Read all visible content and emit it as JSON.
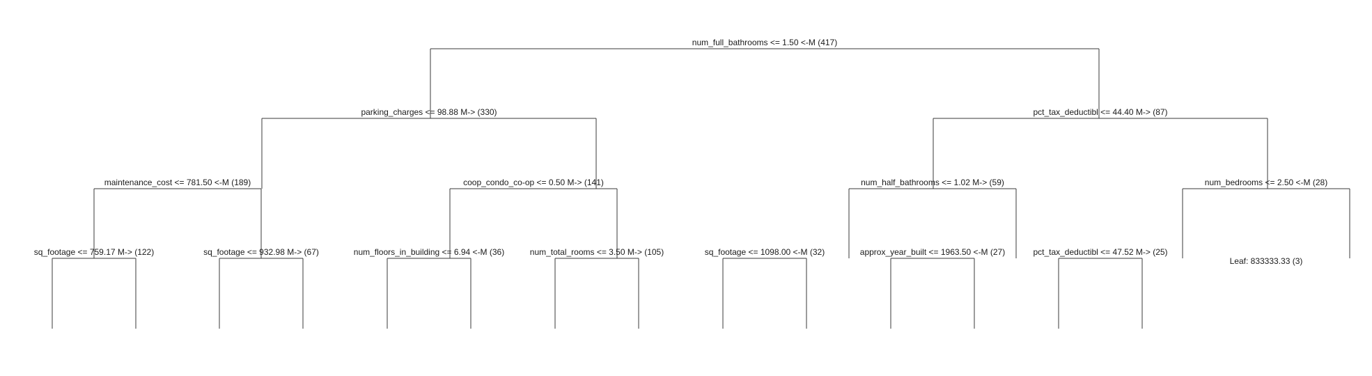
{
  "tree": {
    "nodes": [
      {
        "id": "n0",
        "label": "num_full_bathrooms <= 1.50 <-M (417)",
        "children": [
          "n1",
          "n2"
        ]
      },
      {
        "id": "n1",
        "label": "parking_charges <= 98.88 M-> (330)",
        "children": [
          "n3",
          "n4"
        ]
      },
      {
        "id": "n2",
        "label": "pct_tax_deductibl <= 44.40 M-> (87)",
        "children": [
          "n5",
          "n6"
        ]
      },
      {
        "id": "n3",
        "label": "maintenance_cost <= 781.50 <-M (189)",
        "children": [
          "n7",
          "n8"
        ]
      },
      {
        "id": "n4",
        "label": "coop_condo_co-op <= 0.50 M-> (141)",
        "children": [
          "n9",
          "n10"
        ]
      },
      {
        "id": "n5",
        "label": "num_half_bathrooms <= 1.02 M-> (59)",
        "children": [
          "n11",
          "n12"
        ]
      },
      {
        "id": "n6",
        "label": "num_bedrooms <= 2.50 <-M (28)",
        "children": [
          "n13",
          "n14"
        ]
      },
      {
        "id": "n7",
        "label": "sq_footage <= 759.17 M-> (122)",
        "children": [
          "s",
          "s"
        ]
      },
      {
        "id": "n8",
        "label": "sq_footage <= 932.98 M-> (67)",
        "children": [
          "s",
          "s"
        ]
      },
      {
        "id": "n9",
        "label": "num_floors_in_building <= 6.94 <-M (36)",
        "children": [
          "s",
          "s"
        ]
      },
      {
        "id": "n10",
        "label": "num_total_rooms <= 3.50 M-> (105)",
        "children": [
          "s",
          "s"
        ]
      },
      {
        "id": "n11",
        "label": "sq_footage <= 1098.00 <-M (32)",
        "children": [
          "s",
          "s"
        ]
      },
      {
        "id": "n12",
        "label": "approx_year_built <= 1963.50 <-M (27)",
        "children": [
          "s",
          "s"
        ]
      },
      {
        "id": "n13",
        "label": "pct_tax_deductibl <= 47.52 M-> (25)",
        "children": [
          "s",
          "s"
        ]
      },
      {
        "id": "n14",
        "label": "Leaf: 833333.33 (3)",
        "children": []
      }
    ]
  }
}
